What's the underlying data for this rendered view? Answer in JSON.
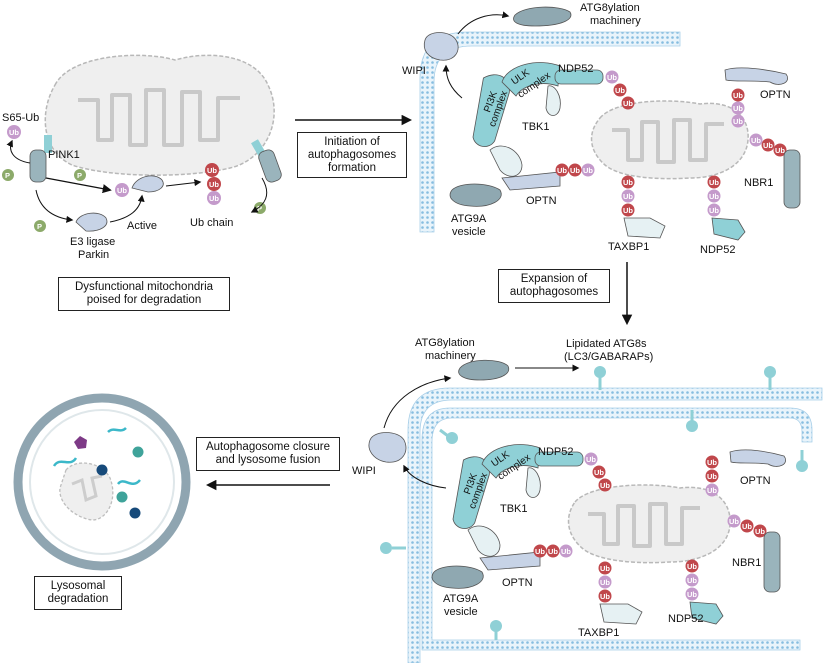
{
  "panel_a": {
    "labels": {
      "s65_ub": "S65-Ub",
      "pink1": "PINK1",
      "e3_line1": "E3 ligase",
      "e3_line2": "Parkin",
      "active": "Active",
      "ub_chain": "Ub chain"
    },
    "caption": [
      "Dysfunctional mitochondria",
      "poised for degradation"
    ]
  },
  "step1": [
    "Initiation of",
    "autophagosomes",
    "formation"
  ],
  "step2": [
    "Expansion of",
    "autophagosomes"
  ],
  "step3": [
    "Autophagosome closure",
    "and lysosome fusion"
  ],
  "lysosome_caption": [
    "Lysosomal",
    "degradation"
  ],
  "panel_b": {
    "labels": {
      "atg8_line1": "ATG8ylation",
      "atg8_line2": "machinery",
      "wipi": "WIPI",
      "pi3k_line1": "PI3K",
      "pi3k_line2": "complex",
      "ulk_line1": "ULK",
      "ulk_line2": "complex",
      "ndp52_top": "NDP52",
      "tbk1": "TBK1",
      "optn_left": "OPTN",
      "atg9a_line1": "ATG9A",
      "atg9a_line2": "vesicle",
      "optn_right": "OPTN",
      "nbr1": "NBR1",
      "taxbp1": "TAXBP1",
      "ndp52_bottom": "NDP52"
    }
  },
  "panel_c": {
    "labels": {
      "atg8_line1": "ATG8ylation",
      "atg8_line2": "machinery",
      "lipidated_line1": "Lipidated ATG8s",
      "lipidated_line2": "(LC3/GABARAPs)",
      "wipi": "WIPI",
      "pi3k_line1": "PI3K",
      "pi3k_line2": "complex",
      "ulk_line1": "ULK",
      "ulk_line2": "complex",
      "ndp52_top": "NDP52",
      "tbk1": "TBK1",
      "optn_left": "OPTN",
      "atg9a_line1": "ATG9A",
      "atg9a_line2": "vesicle",
      "optn_right": "OPTN",
      "nbr1": "NBR1",
      "taxbp1": "TAXBP1",
      "ndp52_bottom": "NDP52"
    }
  },
  "badges": {
    "ub": "Ub",
    "p": "P"
  },
  "colors": {
    "mito_fill": "#efefef",
    "mito_outline": "#b8b8b8",
    "ub_red": "#c0474b",
    "ub_purple": "#c49acb",
    "p_green": "#8caa6a",
    "receptor_teal": "#8fd0d6",
    "protein_grey": "#9ab4bc",
    "membrane_blue": "#a9cfe8",
    "lysosome_ring": "#8fa5b1"
  }
}
